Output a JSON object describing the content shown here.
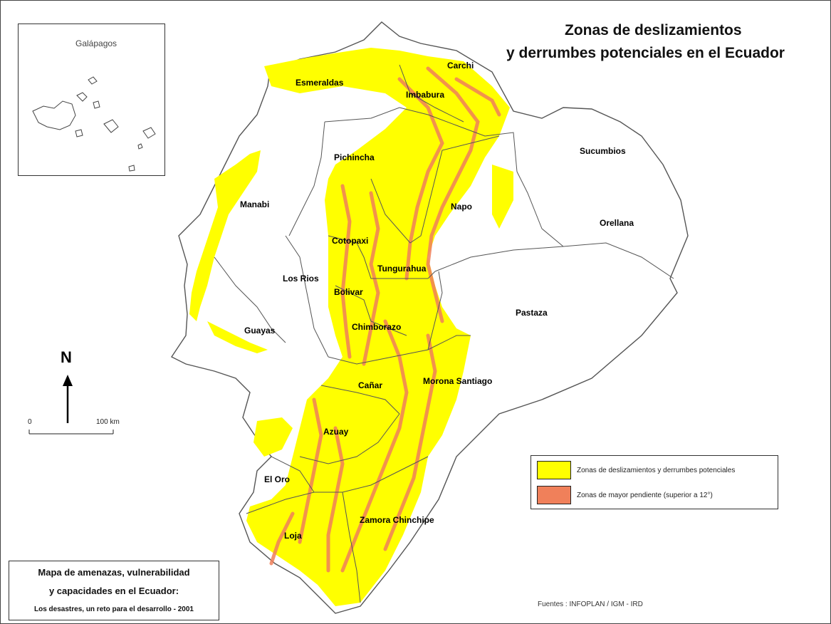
{
  "title": {
    "line1": "Zonas de deslizamientos",
    "line2": "y derrumbes potenciales en el Ecuador"
  },
  "inset": {
    "label": "Galápagos"
  },
  "provinces": {
    "esmeraldas": "Esmeraldas",
    "carchi": "Carchi",
    "imbabura": "Imbabura",
    "pichincha": "Pichincha",
    "sucumbios": "Sucumbios",
    "manabi": "Manabi",
    "napo": "Napo",
    "orellana": "Orellana",
    "cotopaxi": "Cotopaxi",
    "tungurahua": "Tungurahua",
    "los_rios": "Los Rios",
    "bolivar": "Bolivar",
    "pastaza": "Pastaza",
    "guayas": "Guayas",
    "chimborazo": "Chimborazo",
    "canar": "Cañar",
    "morona_santiago": "Morona Santiago",
    "azuay": "Azuay",
    "el_oro": "El Oro",
    "zamora_chinchipe": "Zamora Chinchipe",
    "loja": "Loja"
  },
  "north_arrow": {
    "label": "N"
  },
  "scale": {
    "start": "0",
    "end": "100 km"
  },
  "legend": {
    "items": [
      {
        "label": "Zonas de deslizamientos y derrumbes potenciales",
        "color": "#ffff00"
      },
      {
        "label": "Zonas de mayor pendiente (superior a 12°)",
        "color": "#f0805a"
      }
    ]
  },
  "map_info": {
    "line1": "Mapa de amenazas, vulnerabilidad",
    "line2": "y capacidades en el Ecuador:",
    "line3": "Los desastres, un reto para el desarrollo - 2001"
  },
  "source": "Fuentes : INFOPLAN / IGM - IRD",
  "colors": {
    "landslide": "#ffff00",
    "steep": "#f0805a",
    "border": "#555555"
  }
}
